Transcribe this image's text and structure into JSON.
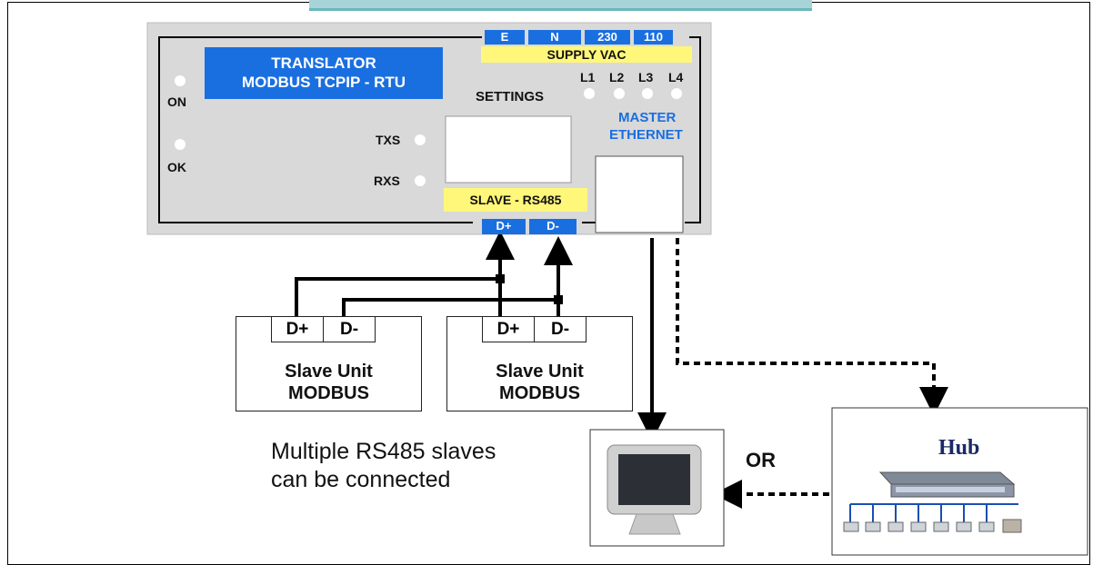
{
  "device": {
    "title_line1": "TRANSLATOR",
    "title_line2": "MODBUS TCPIP - RTU",
    "supply_terminals": [
      "E",
      "N",
      "230",
      "110"
    ],
    "supply_label": "SUPPLY VAC",
    "leds_right": [
      "L1",
      "L2",
      "L3",
      "L4"
    ],
    "settings_label": "SETTINGS",
    "master_label_line1": "MASTER",
    "master_label_line2": "ETHERNET",
    "on_label": "ON",
    "ok_label": "OK",
    "txs_label": "TXS",
    "rxs_label": "RXS",
    "slave_label": "SLAVE - RS485",
    "rs485_terminals": [
      "D+",
      "D-"
    ]
  },
  "slaves": [
    {
      "port_plus": "D+",
      "port_minus": "D-",
      "line1": "Slave Unit",
      "line2": "MODBUS"
    },
    {
      "port_plus": "D+",
      "port_minus": "D-",
      "line1": "Slave Unit",
      "line2": "MODBUS"
    }
  ],
  "caption": {
    "line1": "Multiple RS485 slaves",
    "line2": "can be connected"
  },
  "or_label": "OR",
  "hub_label": "Hub",
  "colors": {
    "blue": "#1a6fe0",
    "yellow": "#fff77a",
    "panel": "#d9d9d9",
    "accent_bar": "#a8d4d8",
    "master_text": "#1a6fe0"
  }
}
